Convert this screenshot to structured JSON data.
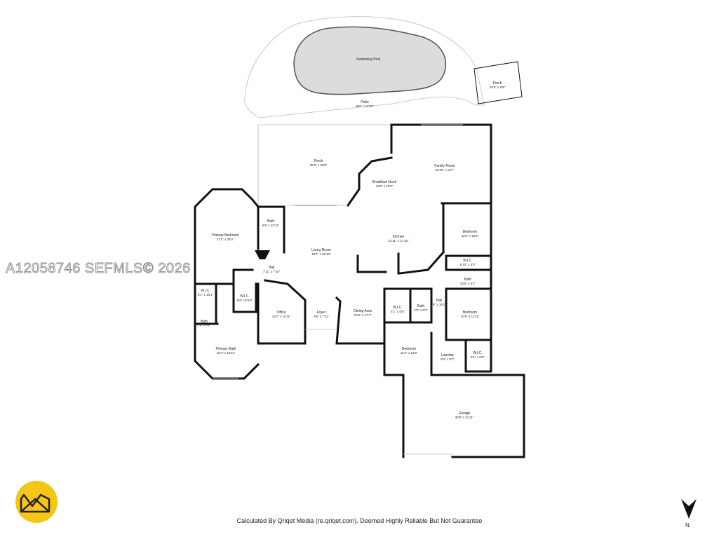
{
  "watermark": "A12058746  SEFMLS© 2026",
  "footer": "Calculated By Qriqet Media (re.qriqet.com). Deemed Highly Reliable But Not Guarantee",
  "compass": {
    "label": "N",
    "icon": "north-arrow-icon"
  },
  "logo": {
    "icon": "qriqet-logo-icon",
    "color": "#f5c518"
  },
  "rooms": [
    {
      "id": "swimming-pool",
      "name": "Swimming Pool",
      "dim": ""
    },
    {
      "id": "patio",
      "name": "Patio",
      "dim": "58'1\" x 6'10\""
    },
    {
      "id": "porch-small",
      "name": "Porch",
      "dim": "10'9\" x 9'8\""
    },
    {
      "id": "porch-main",
      "name": "Porch",
      "dim": "35'8\" x 20'8\""
    },
    {
      "id": "family-room",
      "name": "Family Room",
      "dim": "24'10\" x 19'7\""
    },
    {
      "id": "breakfast-nook",
      "name": "Breakfast Nook",
      "dim": "13'5\" x 10'3\""
    },
    {
      "id": "primary-bedroom",
      "name": "Primary Bedroom",
      "dim": "17'1\" x 30'3\""
    },
    {
      "id": "bath-1",
      "name": "Bath",
      "dim": "6'9\" x 10'11\""
    },
    {
      "id": "kitchen",
      "name": "Kitchen",
      "dim": "21'11\" x 17'10\""
    },
    {
      "id": "bedroom-1",
      "name": "Bedroom",
      "dim": "11'6\" x 16'3\""
    },
    {
      "id": "living-room",
      "name": "Living Room",
      "dim": "18'4\" x 22'10\""
    },
    {
      "id": "hall-1",
      "name": "Hall",
      "dim": "7'11\" x 7'10\""
    },
    {
      "id": "wic-3",
      "name": "W.I.C.",
      "dim": "6'10\" x 3'5\""
    },
    {
      "id": "bath-2",
      "name": "Bath",
      "dim": "10'5\" x 5'4\""
    },
    {
      "id": "wic-1",
      "name": "W.I.C.",
      "dim": "5'1\" x 10'1\""
    },
    {
      "id": "wic-2",
      "name": "W.I.C.",
      "dim": "5'6\" x 8'10\""
    },
    {
      "id": "office",
      "name": "Office",
      "dim": "11'8\" x 14'11\""
    },
    {
      "id": "foyer",
      "name": "Foyer",
      "dim": "9'6\" x 7'11\""
    },
    {
      "id": "dining-area",
      "name": "Dining Area",
      "dim": "16'3\" x 17'7\""
    },
    {
      "id": "wic-small",
      "name": "W.I.C.",
      "dim": "4'1\" x 5'8\""
    },
    {
      "id": "bath-3",
      "name": "Bath",
      "dim": "4'9\" x 8'1\""
    },
    {
      "id": "hall-2",
      "name": "Hall",
      "dim": "3'9\" x 19'10\""
    },
    {
      "id": "bedroom-2",
      "name": "Bedroom",
      "dim": "10'9\" x 11'11\""
    },
    {
      "id": "bath-small",
      "name": "Bath",
      "dim": "5'1\" x 5'2\""
    },
    {
      "id": "primary-bath",
      "name": "Primary Bath",
      "dim": "15'4\" x 16'11\""
    },
    {
      "id": "bedroom-3",
      "name": "Bedroom",
      "dim": "11'2\" x 12'9\""
    },
    {
      "id": "laundry",
      "name": "Laundry",
      "dim": "8'4\" x 8'1\""
    },
    {
      "id": "wic-4",
      "name": "W.I.C.",
      "dim": "6'1\" x 6'8\""
    },
    {
      "id": "garage",
      "name": "Garage",
      "dim": "30'0\" x 21'11\""
    }
  ]
}
